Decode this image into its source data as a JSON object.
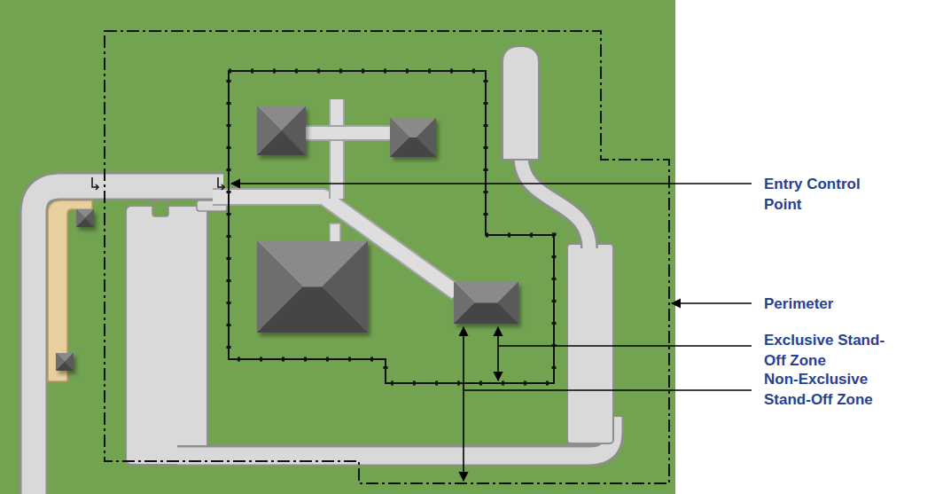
{
  "diagram": {
    "labels": [
      "Entry Control Point",
      "Perimeter",
      "Exclusive Stand-Off Zone",
      "Non-Exclusive Stand-Off Zone"
    ]
  }
}
